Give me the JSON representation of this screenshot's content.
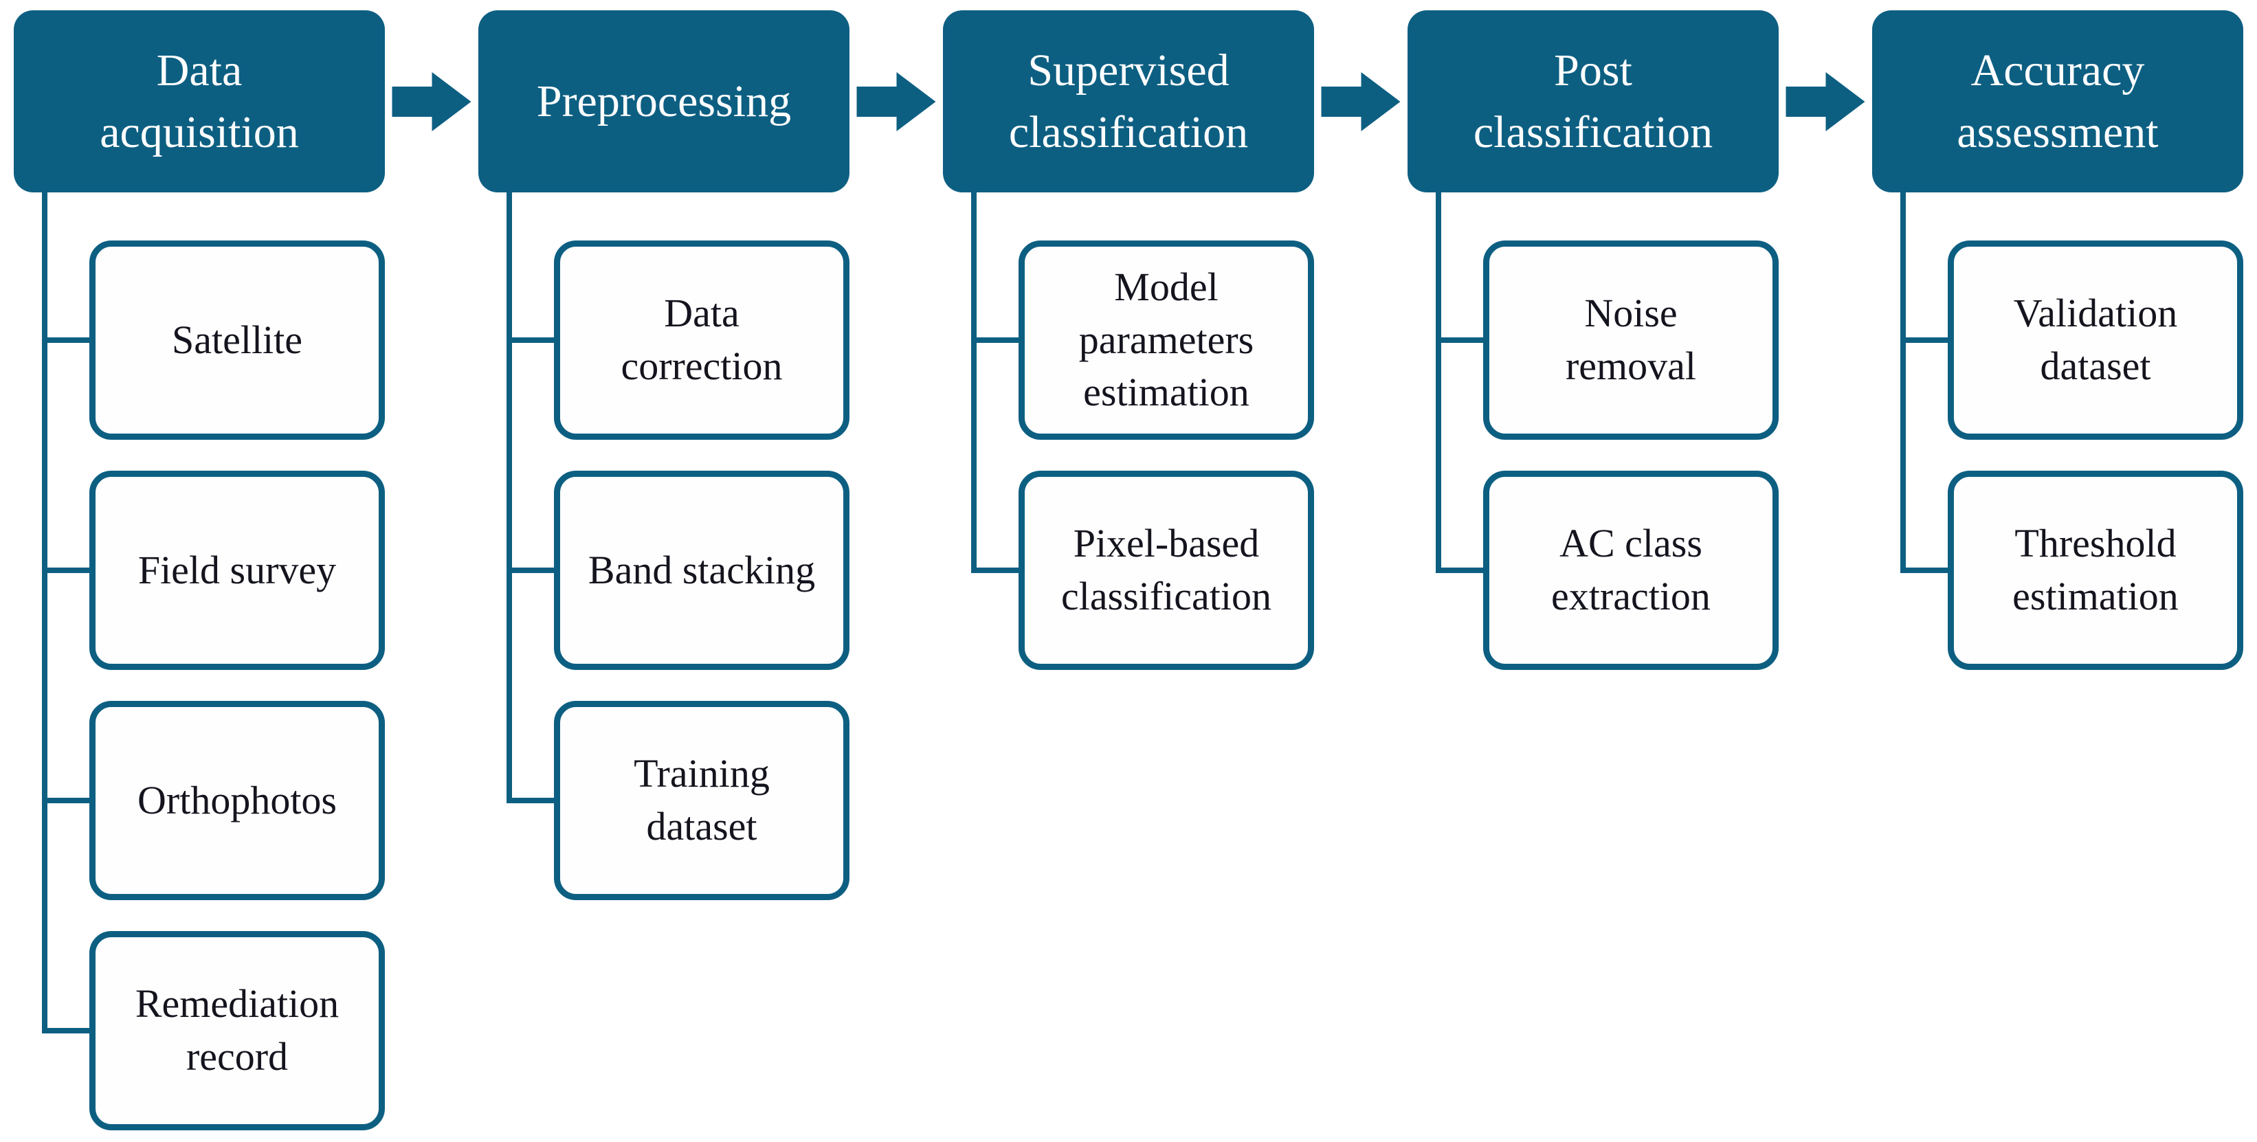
{
  "figure": {
    "type": "flowchart",
    "orientation": "left-to-right",
    "colors": {
      "accent_teal": "#0d5f82",
      "box_fill": "#fefefe",
      "header_text": "#ffffff",
      "sub_text": "#14141e",
      "background": "#ffffff"
    },
    "arrow_icon": "right-block-arrow"
  },
  "stages": [
    {
      "title": "Data\nacquisition",
      "items": [
        "Satellite",
        "Field survey",
        "Orthophotos",
        "Remediation\nrecord"
      ]
    },
    {
      "title": "Preprocessing",
      "items": [
        "Data\ncorrection",
        "Band stacking",
        "Training\ndataset"
      ]
    },
    {
      "title": "Supervised\nclassification",
      "items": [
        "Model\nparameters\nestimation",
        "Pixel-based\nclassification"
      ]
    },
    {
      "title": "Post\nclassification",
      "items": [
        "Noise\nremoval",
        "AC class\nextraction"
      ]
    },
    {
      "title": "Accuracy\nassessment",
      "items": [
        "Validation\ndataset",
        "Threshold\nestimation"
      ]
    }
  ]
}
